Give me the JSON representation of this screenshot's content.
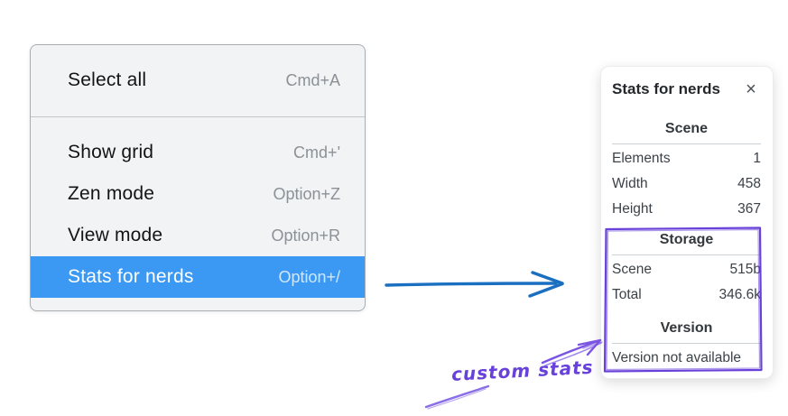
{
  "menu": {
    "items": [
      {
        "label": "Select all",
        "shortcut": "Cmd+A",
        "selected": false
      },
      {
        "label": "Show grid",
        "shortcut": "Cmd+'",
        "selected": false
      },
      {
        "label": "Zen mode",
        "shortcut": "Option+Z",
        "selected": false
      },
      {
        "label": "View mode",
        "shortcut": "Option+R",
        "selected": false
      },
      {
        "label": "Stats for nerds",
        "shortcut": "Option+/",
        "selected": true
      }
    ]
  },
  "stats_panel": {
    "title": "Stats for nerds",
    "close_icon": "×",
    "sections": [
      {
        "heading": "Scene",
        "rows": [
          {
            "label": "Elements",
            "value": "1"
          },
          {
            "label": "Width",
            "value": "458"
          },
          {
            "label": "Height",
            "value": "367"
          }
        ]
      },
      {
        "heading": "Storage",
        "rows": [
          {
            "label": "Scene",
            "value": "515b"
          },
          {
            "label": "Total",
            "value": "346.6k"
          }
        ]
      },
      {
        "heading": "Version",
        "rows": [],
        "note": "Version not available"
      }
    ]
  },
  "annotation": {
    "text": "custom stats"
  },
  "colors": {
    "menu_background": "#f1f3f4",
    "menu_highlight": "#3b99f4",
    "menu_shortcut": "#8b9197",
    "flow_arrow_blue": "#1a6fc0",
    "annotation_purple": "#6741d9",
    "annotation_purple_light": "#8a6ee8"
  }
}
